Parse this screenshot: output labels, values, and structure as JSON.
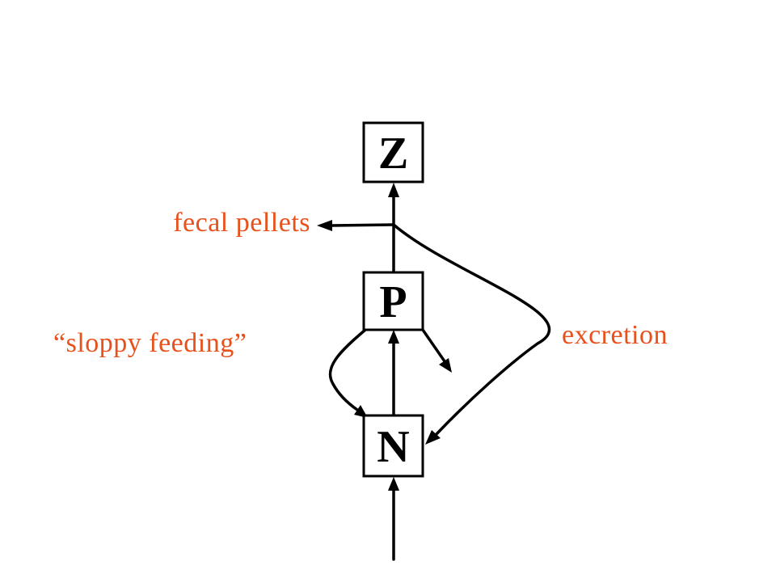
{
  "nodes": {
    "z": {
      "label": "Z"
    },
    "p": {
      "label": "P"
    },
    "n": {
      "label": "N"
    }
  },
  "labels": {
    "fecal_pellets": "fecal pellets",
    "sloppy_feeding": "“sloppy feeding”",
    "excretion": "excretion"
  },
  "colors": {
    "label_color": "#e8501c",
    "line_color": "#000000",
    "background": "#ffffff"
  }
}
